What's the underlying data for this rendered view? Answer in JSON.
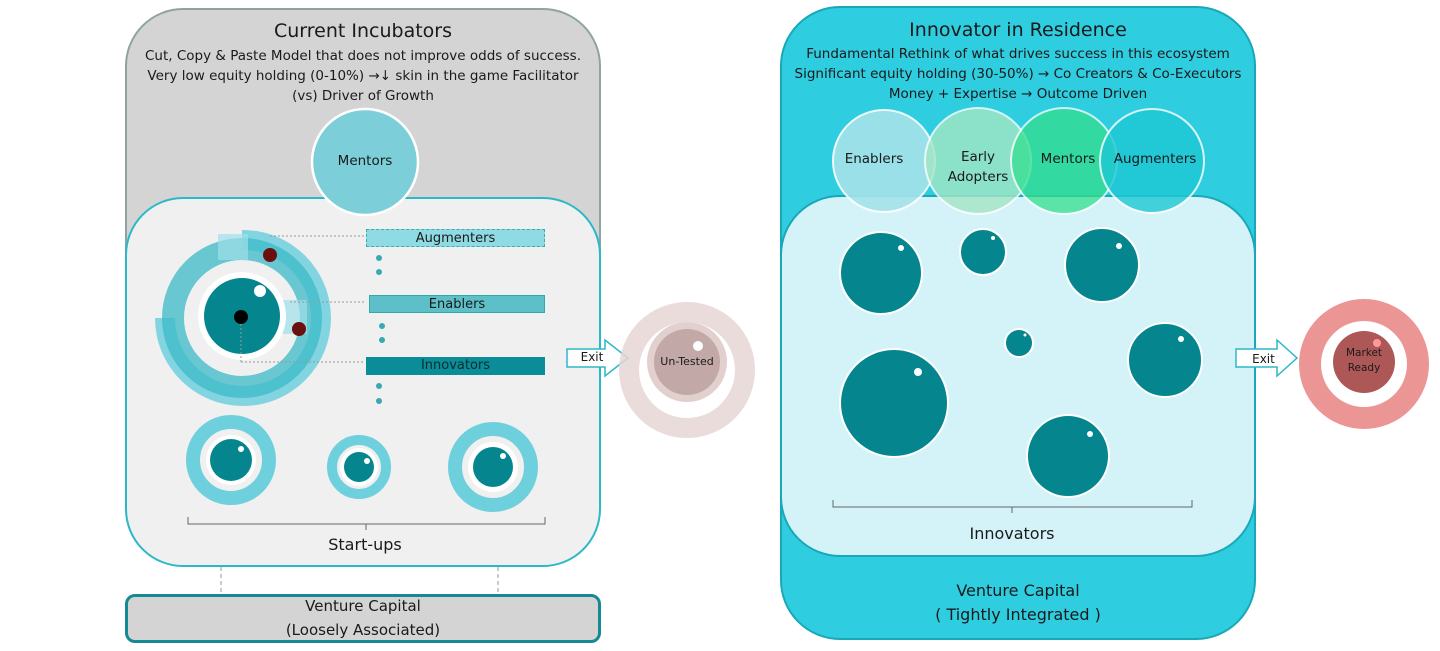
{
  "left": {
    "title": "Current Incubators",
    "line1": "Cut, Copy & Paste Model that does not improve odds of success.",
    "line2": "Very low equity holding (0-10%) →↓ skin in the game Facilitator",
    "line3": "(vs) Driver of Growth",
    "mentors": "Mentors",
    "augmenters": "Augmenters",
    "enablers": "Enablers",
    "innovators": "Innovators",
    "startups": "Start-ups",
    "vc_line1": "Venture Capital",
    "vc_line2": "(Loosely Associated)"
  },
  "middle": {
    "exit_left": "Exit",
    "untested": "Un-Tested",
    "exit_right": "Exit",
    "market_line1": "Market",
    "market_line2": "Ready"
  },
  "right": {
    "title": "Innovator in Residence",
    "line1": "Fundamental Rethink of what drives success in this ecosystem",
    "line2": "Significant equity holding (30-50%) → Co Creators & Co-Executors",
    "line3": "Money + Expertise → Outcome Driven",
    "enablers": "Enablers",
    "early1": "Early",
    "early2": "Adopters",
    "mentors": "Mentors",
    "augmenters": "Augmenters",
    "innovators": "Innovators",
    "vc_line1": "Venture Capital",
    "vc_line2": "( Tightly Integrated )"
  },
  "colors": {
    "teal_dark": "#05868f",
    "teal_light": "#72d3df",
    "cyan_panel": "#2ecde0",
    "grey_panel": "#d4d4d4",
    "market_red": "#e06666",
    "untested_grey": "#b89a98"
  }
}
